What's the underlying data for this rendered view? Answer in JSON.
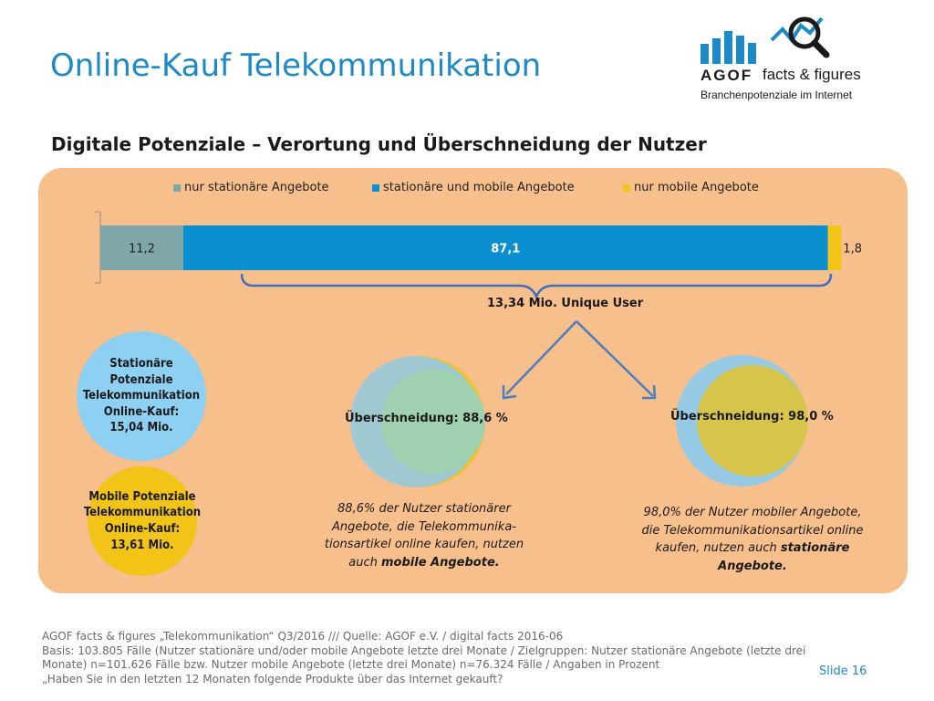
{
  "title": "Online-Kauf Telekommunikation",
  "logo": {
    "agof": "AGOF",
    "facts": "facts & figures",
    "tagline": "Branchenpotenziale im Internet"
  },
  "subtitle": "Digitale Potenziale – Verortung und Überschneidung der Nutzer",
  "chart_data": {
    "type": "bar",
    "orientation": "horizontal",
    "stacked": true,
    "categories": [
      ""
    ],
    "series": [
      {
        "name": "nur stationäre Angebote",
        "values": [
          11.2
        ],
        "label": "11,2",
        "color": "#7fa6a8"
      },
      {
        "name": "stationäre und mobile Angebote",
        "values": [
          87.1
        ],
        "label": "87,1",
        "color": "#0a8fd0"
      },
      {
        "name": "nur mobile Angebote",
        "values": [
          1.8
        ],
        "label": "1,8",
        "color": "#f2c418"
      }
    ],
    "total": 100.1,
    "legend_position": "top",
    "unique_users_label": "13,34 Mio. Unique User"
  },
  "potentials": {
    "stationary": [
      "Stationäre Potenziale",
      "Telekommunikation",
      "Online-Kauf:",
      "15,04 Mio."
    ],
    "mobile": [
      "Mobile Potenziale",
      "Telekommunikation",
      "Online-Kauf:",
      "13,61 Mio."
    ]
  },
  "overlap": {
    "left_label": "Überschneidung: 88,6 %",
    "right_label": "Überschneidung: 98,0 %",
    "left_desc": {
      "l1": "88,6% der Nutzer stationärer",
      "l2": "Angebote, die Telekommunika-",
      "l3": "tionsartikel online kaufen, nutzen",
      "l4a": "auch ",
      "l4b": "mobile Angebote."
    },
    "right_desc": {
      "l1": "98,0% der Nutzer mobiler Angebote,",
      "l2": "die Telekommunikationsartikel online",
      "l3a": "kaufen, nutzen auch ",
      "l3b": "stationäre",
      "l4": "Angebote."
    }
  },
  "footer": [
    "AGOF facts & figures „Telekommunikation“ Q3/2016 /// Quelle: AGOF e.V. / digital facts 2016-06",
    "Basis: 103.805 Fälle (Nutzer stationäre und/oder mobile Angebote letzte drei Monate / Zielgruppen: Nutzer stationäre Angebote (letzte drei",
    "Monate) n=101.626 Fälle bzw. Nutzer mobile Angebote (letzte drei Monate) n=76.324 Fälle / Angaben in Prozent",
    "„Haben Sie in den letzten 12 Monaten folgende Produkte über das Internet gekauft?"
  ],
  "slide": "Slide 16",
  "colors": {
    "accent": "#1b8ac6",
    "panel": "#f7bf8c",
    "stationary_circle": "#8dd0f2",
    "mobile_circle": "#f2c418"
  }
}
